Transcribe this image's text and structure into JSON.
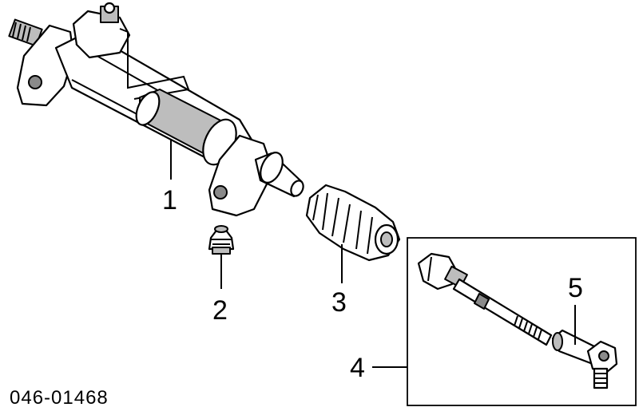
{
  "callouts": {
    "c1": "1",
    "c2": "2",
    "c3": "3",
    "c4": "4",
    "c5": "5"
  },
  "diagram_code": "046-01468"
}
